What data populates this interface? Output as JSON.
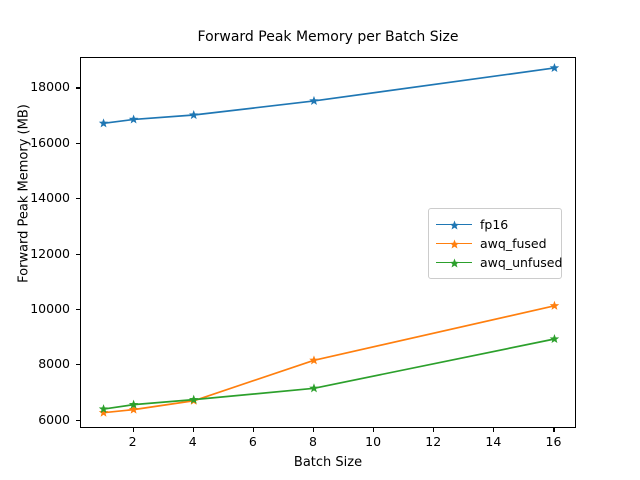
{
  "chart_data": {
    "type": "line",
    "title": "Forward Peak Memory per Batch Size",
    "xlabel": "Batch Size",
    "ylabel": "Forward Peak Memory (MB)",
    "x": [
      1,
      2,
      4,
      8,
      16
    ],
    "xlim": [
      0.25,
      16.75
    ],
    "ylim": [
      5700,
      19100
    ],
    "xticks": [
      2,
      4,
      6,
      8,
      10,
      12,
      14,
      16
    ],
    "xtick_labels": [
      "2",
      "4",
      "6",
      "8",
      "10",
      "12",
      "14",
      "16"
    ],
    "yticks": [
      6000,
      8000,
      10000,
      12000,
      14000,
      16000,
      18000
    ],
    "ytick_labels": [
      "6000",
      "8000",
      "10000",
      "12000",
      "14000",
      "16000",
      "18000"
    ],
    "grid": false,
    "legend_position": "center right",
    "marker": "star",
    "series": [
      {
        "name": "fp16",
        "color": "#1f77b4",
        "values": [
          16740,
          16880,
          17040,
          17550,
          18740
        ]
      },
      {
        "name": "awq_fused",
        "color": "#ff7f0e",
        "values": [
          6290,
          6400,
          6720,
          8180,
          10150
        ]
      },
      {
        "name": "awq_unfused",
        "color": "#2ca02c",
        "values": [
          6420,
          6580,
          6760,
          7170,
          8950
        ]
      }
    ]
  }
}
